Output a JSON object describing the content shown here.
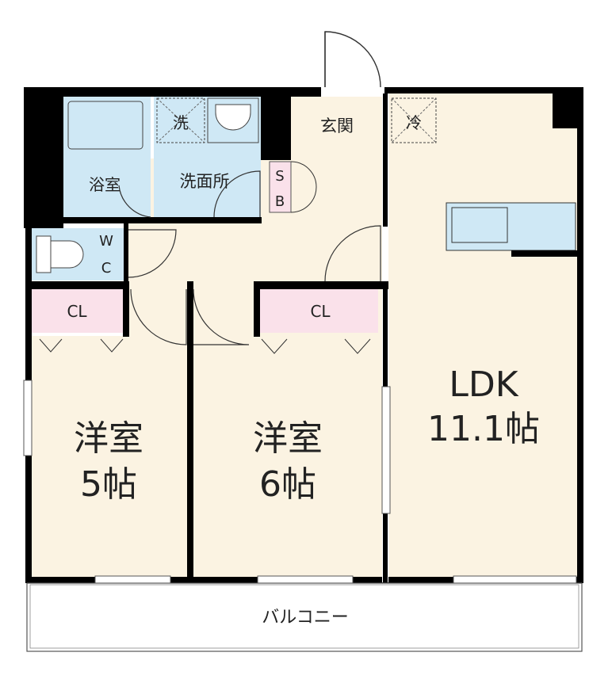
{
  "rooms": {
    "bath": "浴室",
    "washing_machine": "洗",
    "washroom": "洗面所",
    "shoe_box": [
      "S",
      "B"
    ],
    "entrance": "玄関",
    "fridge": "冷",
    "toilet": [
      "W",
      "C"
    ],
    "closet_left": "CL",
    "closet_mid": "CL",
    "western_left": {
      "name": "洋室",
      "size": "5帖"
    },
    "western_mid": {
      "name": "洋室",
      "size": "6帖"
    },
    "ldk": {
      "name": "LDK",
      "size": "11.1帖"
    },
    "balcony": "バルコニー"
  },
  "colors": {
    "floor": "#fbf3e2",
    "wet_area": "#cfe8f5",
    "closet": "#fae1ea",
    "wall": "#000000"
  }
}
